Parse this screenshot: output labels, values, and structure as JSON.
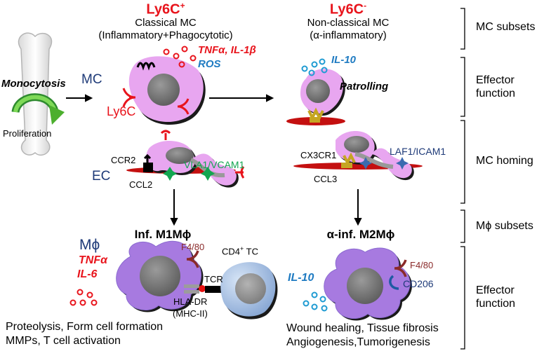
{
  "header": {
    "ly6c_pos": {
      "name": "Ly6C",
      "sup": "+",
      "type": "Classical MC",
      "desc": "(Inflammatory+Phagocytotic)"
    },
    "ly6c_neg": {
      "name": "Ly6C",
      "sup": "-",
      "type": "Non-classical MC",
      "desc": "(α-inflammatory)"
    }
  },
  "left_panel": {
    "process": "Monocytosis",
    "proliferation": "Proliferation",
    "mc": "MC",
    "ly6c": "Ly6C",
    "ec": "EC",
    "mphi": "Mϕ"
  },
  "classical": {
    "cytokines": "TNFα, IL-1β",
    "ros": "ROS",
    "ccr2": "CCR2",
    "ccl2": "CCL2",
    "vla": "VLA1/VCAM1",
    "subset": "Inf. M1Mϕ",
    "tnf": "TNFα",
    "il6": "IL-6",
    "f480": "F4/80",
    "cd4_main": "CD4",
    "cd4_sup": "+",
    "cd4_tail": " TC",
    "tcr": "TCR",
    "hla": "HLA-DR",
    "mhc": "(MHC-II)",
    "functions": [
      "Proteolysis, Form cell formation",
      "MMPs, T cell activation"
    ]
  },
  "nonclassical": {
    "il10": "IL-10",
    "patrolling": "Patrolling",
    "cx3cr1": "CX3CR1",
    "ccl3": "CCL3",
    "laf": "LAF1/ICAM1",
    "subset": "α-inf. M2Mϕ",
    "il10_b": "IL-10",
    "f480": "F4/80",
    "cd206": "CD206",
    "functions": [
      "Wound healing, Tissue fibrosis",
      "Angiogenesis,Tumorigenesis"
    ]
  },
  "right_labels": [
    "MC subsets",
    "Effector function",
    "MC homing",
    "Mϕ subsets",
    "Effector function"
  ],
  "colors": {
    "cell": "#e8a6f0",
    "macrophage": "#a77ae0",
    "tcell": "#a9c3e6",
    "ec": "#c41010",
    "red": "#e8141c",
    "blue": "#1f7bc2",
    "navy": "#1e3a78",
    "green": "#12a650",
    "brown": "#8a2a2a"
  }
}
